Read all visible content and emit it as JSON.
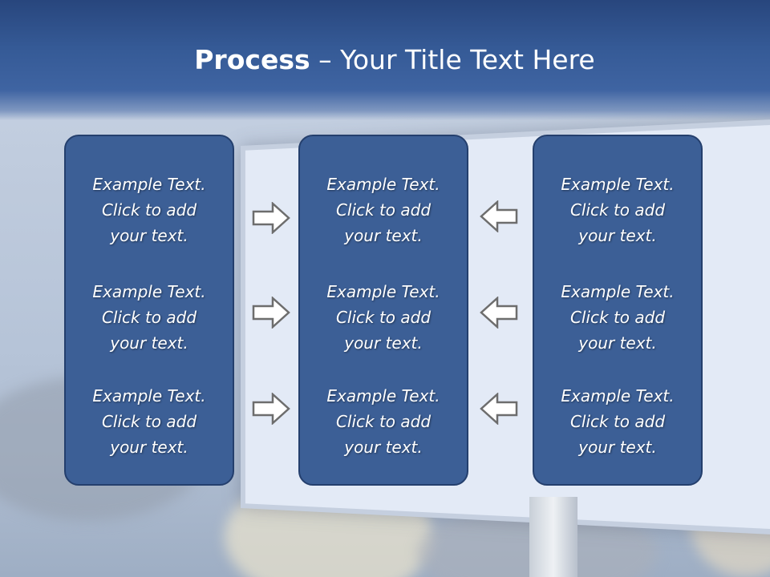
{
  "slide": {
    "title_strong": "Process",
    "title_rest": " – Your Title Text Here"
  },
  "columns": [
    {
      "items": [
        {
          "line1": "Example Text.",
          "line2": "Click  to add",
          "line3": "your text."
        },
        {
          "line1": "Example Text.",
          "line2": "Click  to add",
          "line3": "your text."
        },
        {
          "line1": "Example Text.",
          "line2": "Click  to add",
          "line3": "your text."
        }
      ]
    },
    {
      "items": [
        {
          "line1": "Example Text.",
          "line2": "Click  to add",
          "line3": "your text."
        },
        {
          "line1": "Example Text.",
          "line2": "Click  to add",
          "line3": "your text."
        },
        {
          "line1": "Example Text.",
          "line2": "Click  to add",
          "line3": "your text."
        }
      ]
    },
    {
      "items": [
        {
          "line1": "Example Text.",
          "line2": "Click  to add",
          "line3": "your text."
        },
        {
          "line1": "Example Text.",
          "line2": "Click  to add",
          "line3": "your text."
        },
        {
          "line1": "Example Text.",
          "line2": "Click  to add",
          "line3": "your text."
        }
      ]
    }
  ],
  "arrows": {
    "left_group": [
      "right-arrow-icon",
      "right-arrow-icon",
      "right-arrow-icon"
    ],
    "right_group": [
      "left-arrow-icon",
      "left-arrow-icon",
      "left-arrow-icon"
    ]
  },
  "colors": {
    "title_bar": "#355a96",
    "box_fill": "#3c5f96",
    "box_border": "#243f6d",
    "arrow_fill": "#ffffff",
    "arrow_stroke": "#6d6d6d"
  }
}
